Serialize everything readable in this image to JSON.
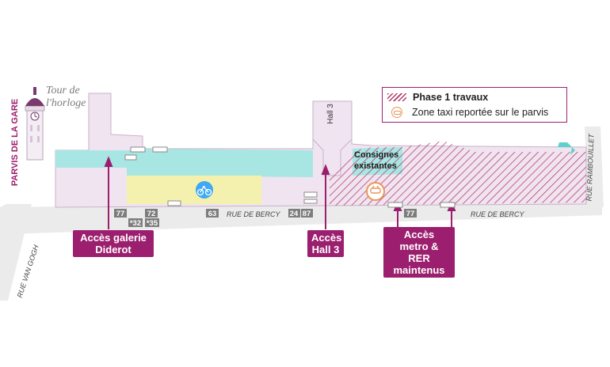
{
  "landmarks": {
    "tower_name": "Tour de l'horloge",
    "tower_line1": "Tour de",
    "tower_line2": "l'horloge",
    "parvis": "PARVIS DE LA GARE",
    "hall_tower": "Hall 3",
    "consignes_line1": "Consignes",
    "consignes_line2": "existantes"
  },
  "streets": {
    "bercy_1": "RUE DE BERCY",
    "bercy_2": "RUE DE BERCY",
    "van_gogh": "RUE VAN GOGH",
    "rambouillet": "RUE RAMBOUILLET"
  },
  "bus_stops": [
    "77",
    "72",
    "63",
    "24",
    "87",
    "77"
  ],
  "night_stops": [
    "*32",
    "*35"
  ],
  "access_labels": {
    "diderot_line1": "Accès galerie",
    "diderot_line2": "Diderot",
    "hall3_line1": "Accès",
    "hall3_line2": "Hall 3",
    "metro_line1": "Accès",
    "metro_line2": "metro & RER",
    "metro_line3": "maintenus"
  },
  "legend": {
    "phase1": "Phase 1 travaux",
    "taxi": "Zone taxi reportée sur le parvis"
  },
  "colors": {
    "accent": "#9b1f6e",
    "hatch": "#b3396b",
    "building": "#f0e4f0",
    "teal": "#a8e6e3",
    "yellow": "#f4f1ae",
    "road": "#ebebeb",
    "taxi": "#e8965a",
    "bike": "#3fa9f5"
  },
  "icons": [
    "clock-tower-icon",
    "bicycle-icon",
    "taxi-icon",
    "arrow-up-icon",
    "ticket-machine-icon"
  ]
}
